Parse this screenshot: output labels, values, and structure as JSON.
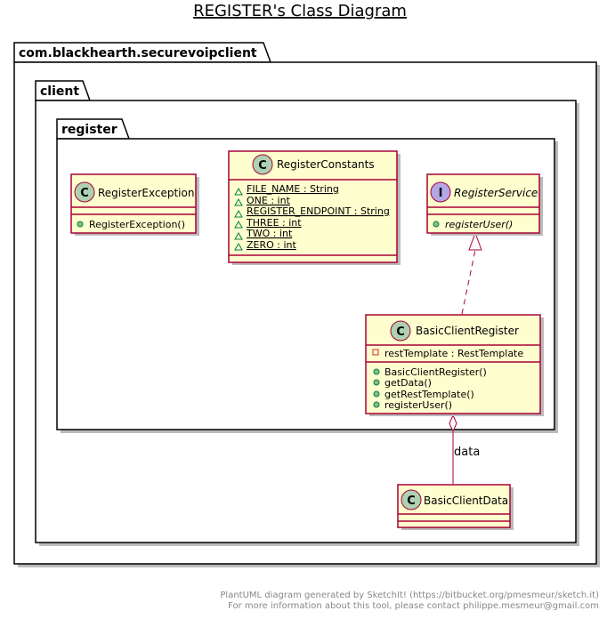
{
  "title": "REGISTER's Class Diagram",
  "packages": {
    "outer": "com.blackhearth.securevoipclient",
    "middle": "client",
    "inner": "register"
  },
  "classes": {
    "register_exception": {
      "name": "RegisterException",
      "stereotype_letter": "C",
      "methods": [
        "RegisterException()"
      ]
    },
    "register_constants": {
      "name": "RegisterConstants",
      "stereotype_letter": "C",
      "fields": [
        "FILE_NAME : String",
        "ONE : int",
        "REGISTER_ENDPOINT : String",
        "THREE : int",
        "TWO : int",
        "ZERO : int"
      ]
    },
    "register_service": {
      "name": "RegisterService",
      "stereotype_letter": "I",
      "methods": [
        "registerUser()"
      ]
    },
    "basic_client_register": {
      "name": "BasicClientRegister",
      "stereotype_letter": "C",
      "fields": [
        "restTemplate : RestTemplate"
      ],
      "methods": [
        "BasicClientRegister()",
        "getData()",
        "getRestTemplate()",
        "registerUser()"
      ]
    },
    "basic_client_data": {
      "name": "BasicClientData",
      "stereotype_letter": "C"
    }
  },
  "relations": {
    "aggregation_label": "data"
  },
  "footer": {
    "line1": "PlantUML diagram generated by SketchIt! (https://bitbucket.org/pmesmeur/sketch.it)",
    "line2": "For more information about this tool, please contact philippe.mesmeur@gmail.com"
  },
  "colors": {
    "class_fill": "#FEFECE",
    "class_border": "#A80036",
    "class_badge": "#ADD1B2",
    "interface_badge": "#B4A7E5",
    "footer_text": "#888888"
  }
}
